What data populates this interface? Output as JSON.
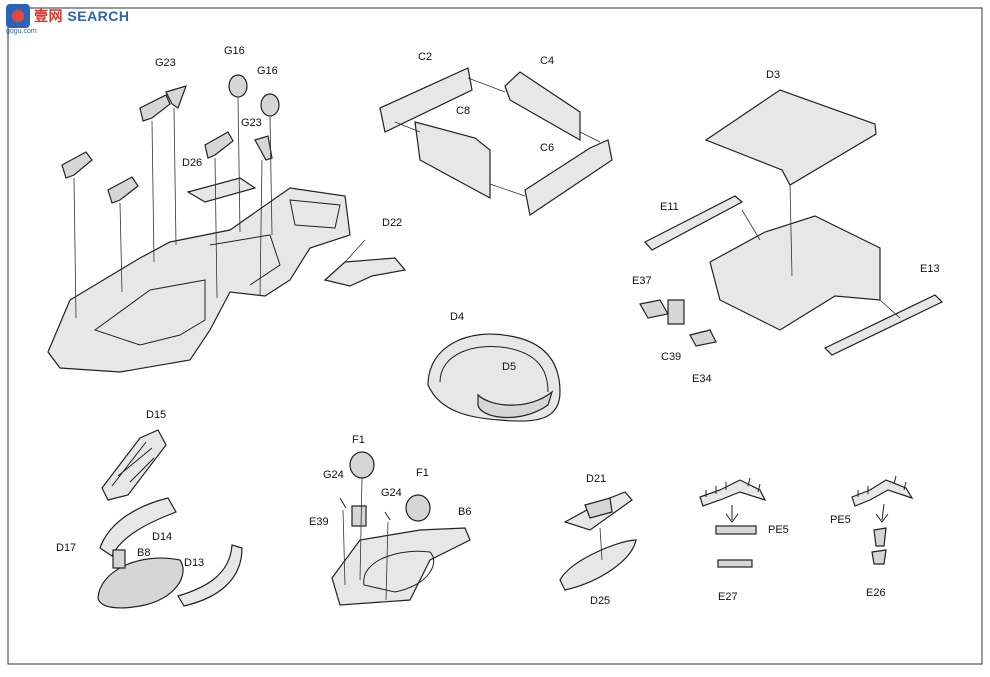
{
  "watermark": {
    "prefix": "壹",
    "mid": "网",
    "suffix": "SEARCH",
    "sub": "gogu.com"
  },
  "labels": {
    "G23a": "G23",
    "G16a": "G16",
    "G16b": "G16",
    "G23b": "G23",
    "D26": "D26",
    "D22": "D22",
    "C2": "C2",
    "C4": "C4",
    "C8": "C8",
    "C6": "C6",
    "D3": "D3",
    "E11": "E11",
    "E13": "E13",
    "E37": "E37",
    "C39": "C39",
    "E34": "E34",
    "D4": "D4",
    "D5": "D5",
    "D15": "D15",
    "D17": "D17",
    "B8": "B8",
    "D14": "D14",
    "D13": "D13",
    "F1a": "F1",
    "F1b": "F1",
    "G24a": "G24",
    "G24b": "G24",
    "E39": "E39",
    "B6": "B6",
    "D21": "D21",
    "D25": "D25",
    "PE5a": "PE5",
    "E27": "E27",
    "PE5b": "PE5",
    "E26": "E26"
  }
}
